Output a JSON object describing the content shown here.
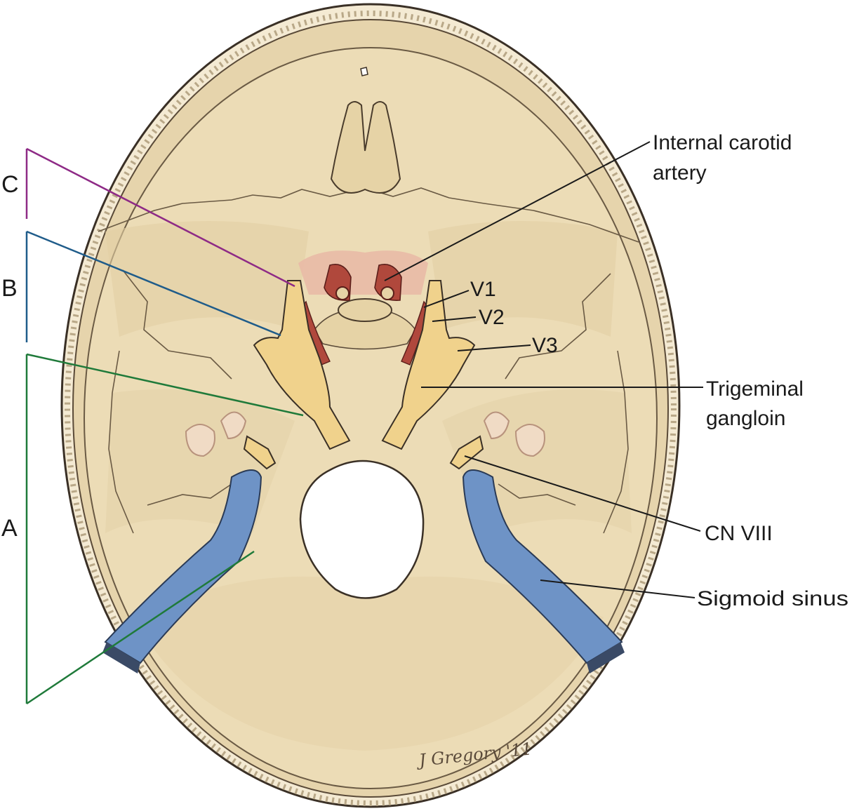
{
  "labels": {
    "internal_carotid_line1": "Internal carotid",
    "internal_carotid_line2": "artery",
    "v1": "V1",
    "v2": "V2",
    "v3": "V3",
    "trigeminal_line1": "Trigeminal",
    "trigeminal_line2": "gangloin",
    "cn_viii": "CN VIII",
    "sigmoid_sinus": "Sigmoid sinus"
  },
  "brackets": {
    "c": "C",
    "b": "B",
    "a": "A"
  },
  "signature": "J Gregory '11",
  "colors": {
    "bracket_c": "#8e2a86",
    "bracket_b": "#1f5c8a",
    "bracket_a": "#1f7a3a",
    "bone": "#ecdcb6",
    "bone_shade": "#e0ca9c",
    "skull_rim": "#e6d4ac",
    "nerve": "#f0d28c",
    "sinus": "#6e93c6",
    "artery": "#b0483c",
    "leader": "#1a1a1a"
  }
}
